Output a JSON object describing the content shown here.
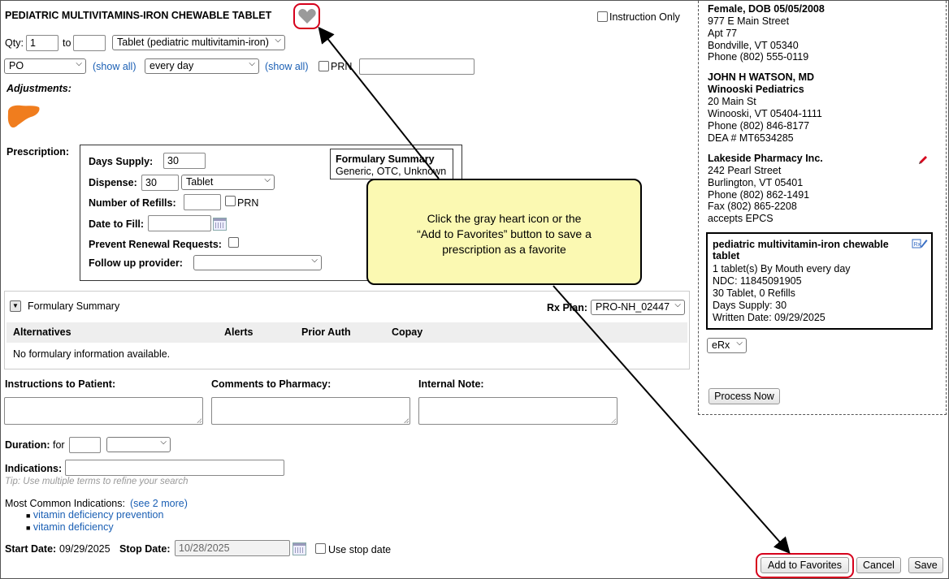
{
  "drug": {
    "title": "PEDIATRIC MULTIVITAMINS-IRON CHEWABLE TABLET",
    "instruction_only_label": "Instruction Only"
  },
  "sig": {
    "qty_label": "Qty:",
    "qty_value": "1",
    "to_label": "to",
    "qty_to_value": "",
    "form_select": "Tablet (pediatric multivitamin-iron)",
    "route_select": "PO",
    "show_all_1": "(show all)",
    "frequency_select": "every day",
    "show_all_2": "(show all)",
    "prn_label": "PRN",
    "prn_text": ""
  },
  "adjustments": {
    "label": "Adjustments:"
  },
  "prescription": {
    "label": "Prescription:",
    "days_supply_label": "Days Supply:",
    "days_supply_value": "30",
    "dispense_label": "Dispense:",
    "dispense_value": "30",
    "dispense_unit": "Tablet",
    "refills_label": "Number of Refills:",
    "refills_value": "",
    "refills_prn_label": "PRN",
    "date_to_fill_label": "Date to Fill:",
    "date_to_fill_value": "",
    "prevent_renewal_label": "Prevent Renewal Requests:",
    "follow_up_label": "Follow up provider:",
    "follow_up_value": "",
    "formulary_box_title": "Formulary Summary",
    "formulary_box_text": "Generic, OTC, Unknown"
  },
  "formulary": {
    "header": "Formulary Summary",
    "rx_plan_label": "Rx Plan:",
    "rx_plan_value": "PRO-NH_02447",
    "columns": [
      "Alternatives",
      "Alerts",
      "Prior Auth",
      "Copay"
    ],
    "empty_text": "No formulary information available."
  },
  "notes": {
    "instructions_label": "Instructions to Patient:",
    "comments_label": "Comments to Pharmacy:",
    "internal_label": "Internal Note:"
  },
  "duration": {
    "label": "Duration:",
    "for_label": "for",
    "value": "",
    "unit": ""
  },
  "indications": {
    "label": "Indications:",
    "value": "",
    "tip": "Tip: Use multiple terms to refine your search",
    "common_label": "Most Common Indications:",
    "see_more": "(see 2 more)",
    "items": [
      "vitamin deficiency prevention",
      "vitamin deficiency"
    ]
  },
  "dates": {
    "start_label": "Start Date:",
    "start_value": "09/29/2025",
    "stop_label": "Stop Date:",
    "stop_value": "10/28/2025",
    "use_stop_label": "Use stop date"
  },
  "patient": {
    "line1": "Female, DOB 05/05/2008",
    "address1": "977 E Main Street",
    "address2": "Apt 77",
    "city": "Bondville, VT 05340",
    "phone": "Phone (802) 555-0119"
  },
  "prescriber": {
    "name": "JOHN H WATSON, MD",
    "practice": "Winooski Pediatrics",
    "address": "20 Main St",
    "city": "Winooski, VT 05404-1111",
    "phone": "Phone (802) 846-8177",
    "dea": "DEA # MT6534285"
  },
  "pharmacy": {
    "name": "Lakeside Pharmacy Inc.",
    "address": "242 Pearl Street",
    "city": "Burlington, VT 05401",
    "phone": "Phone (802) 862-1491",
    "fax": "Fax (802) 865-2208",
    "note": "accepts EPCS"
  },
  "summary": {
    "title": "pediatric multivitamin-iron chewable tablet",
    "sig": "1 tablet(s) By Mouth every day",
    "ndc": "NDC: 11845091905",
    "qty": "30 Tablet, 0 Refills",
    "days": "Days Supply: 30",
    "written": "Written Date: 09/29/2025"
  },
  "send_method": "eRx",
  "buttons": {
    "process_now": "Process Now",
    "add_to_favorites": "Add to Favorites",
    "cancel": "Cancel",
    "save": "Save"
  },
  "callout": {
    "line1": "Click the gray heart icon or the",
    "line2": "“Add to Favorites” button to save a",
    "line3": "prescription as a favorite"
  },
  "colors": {
    "accent_link": "#1a5fb4",
    "highlight_red": "#d6001c",
    "callout_bg": "#fbf9b2",
    "liver": "#f07d1e"
  }
}
